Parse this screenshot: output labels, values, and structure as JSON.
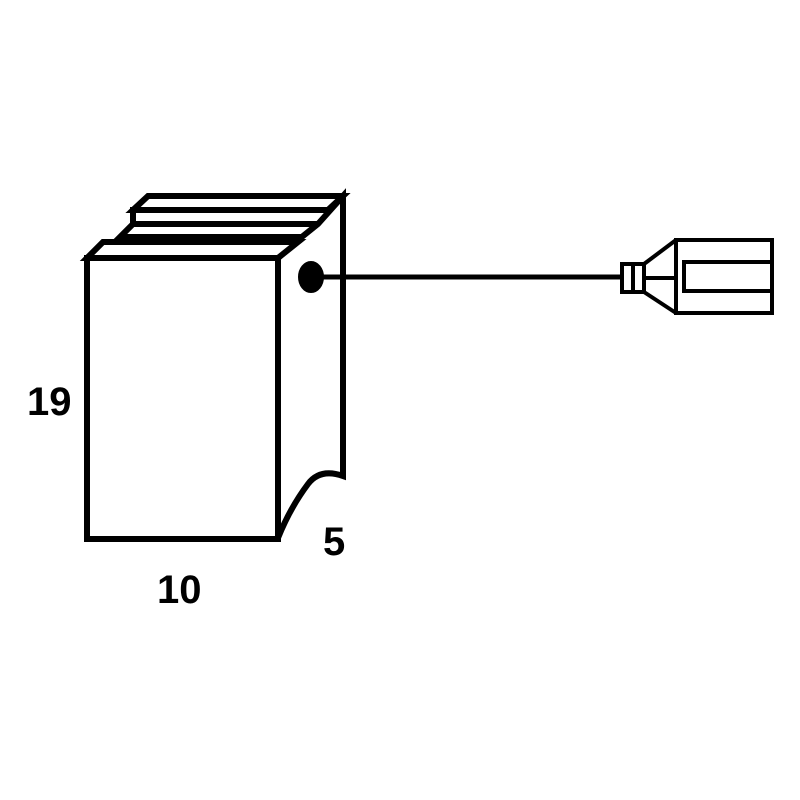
{
  "dimensions": {
    "height_label": "19",
    "width_label": "10",
    "depth_label": "5"
  },
  "colors": {
    "stroke": "#000000",
    "background": "#ffffff"
  },
  "icons": {
    "brush": "carbon-brush-icon",
    "lead_wire": "lead-wire",
    "terminal": "spade-terminal-icon"
  }
}
